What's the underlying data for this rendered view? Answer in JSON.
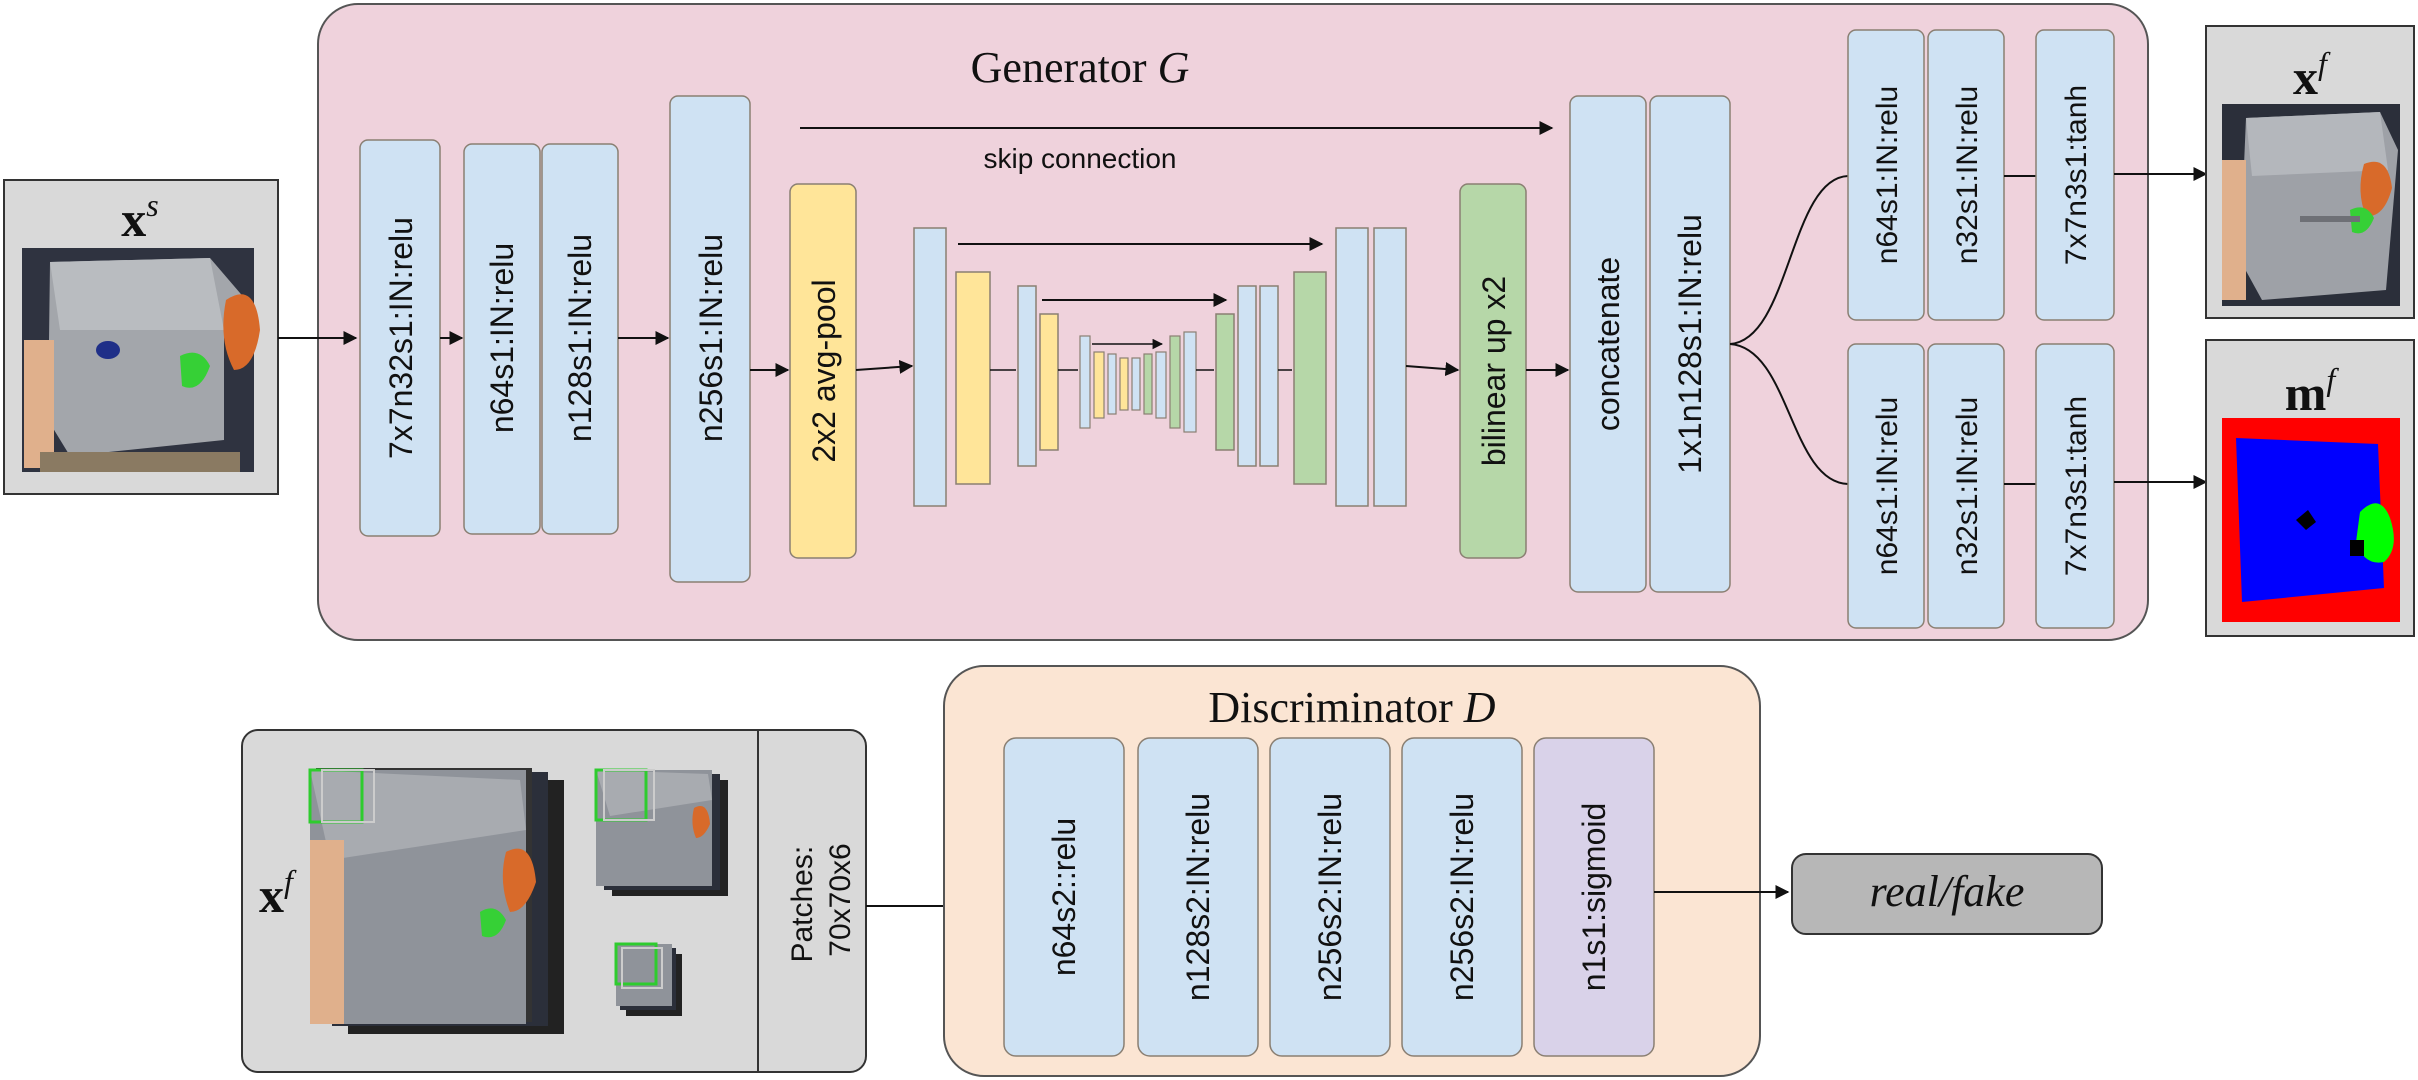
{
  "colors": {
    "generator_bg": "#efd2dc",
    "discriminator_bg": "#fbe5d3",
    "conv_block": "#cfe2f3",
    "pool_block": "#ffe599",
    "up_block": "#b6d7a8",
    "sigmoid_block": "#d9d2e9",
    "panel_gray": "#d9d9d9",
    "output_gray": "#b7b7b7"
  },
  "generator": {
    "title": "Generator",
    "title_symbol": "G",
    "skip_label": "skip connection",
    "layers": {
      "conv1": "7x7n32s1:IN:relu",
      "conv2": "n64s1:IN:relu",
      "conv3": "n128s1:IN:relu",
      "conv4": "n256s1:IN:relu",
      "pool": "2x2 avg-pool",
      "upsample": "bilinear up x2",
      "concat": "concatenate",
      "conv1x1": "1x1n128s1:IN:relu"
    },
    "head_image": [
      "n64s1:IN:relu",
      "n32s1:IN:relu",
      "7x7n3s1:tanh"
    ],
    "head_mask": [
      "n64s1:IN:relu",
      "n32s1:IN:relu",
      "7x7n3s1:tanh"
    ]
  },
  "input": {
    "symbol": "x",
    "superscript": "s"
  },
  "output_image": {
    "symbol": "x",
    "superscript": "f"
  },
  "output_mask": {
    "symbol": "m",
    "superscript": "f"
  },
  "discriminator": {
    "title": "Discriminator",
    "title_symbol": "D",
    "input_symbol": "x",
    "input_superscript": "f",
    "patches_line1": "Patches:",
    "patches_line2": "70x70x6",
    "layers": [
      "n64s2::relu",
      "n128s2:IN:relu",
      "n256s2:IN:relu",
      "n256s2:IN:relu",
      "n1s1:sigmoid"
    ],
    "output": "real/fake"
  }
}
